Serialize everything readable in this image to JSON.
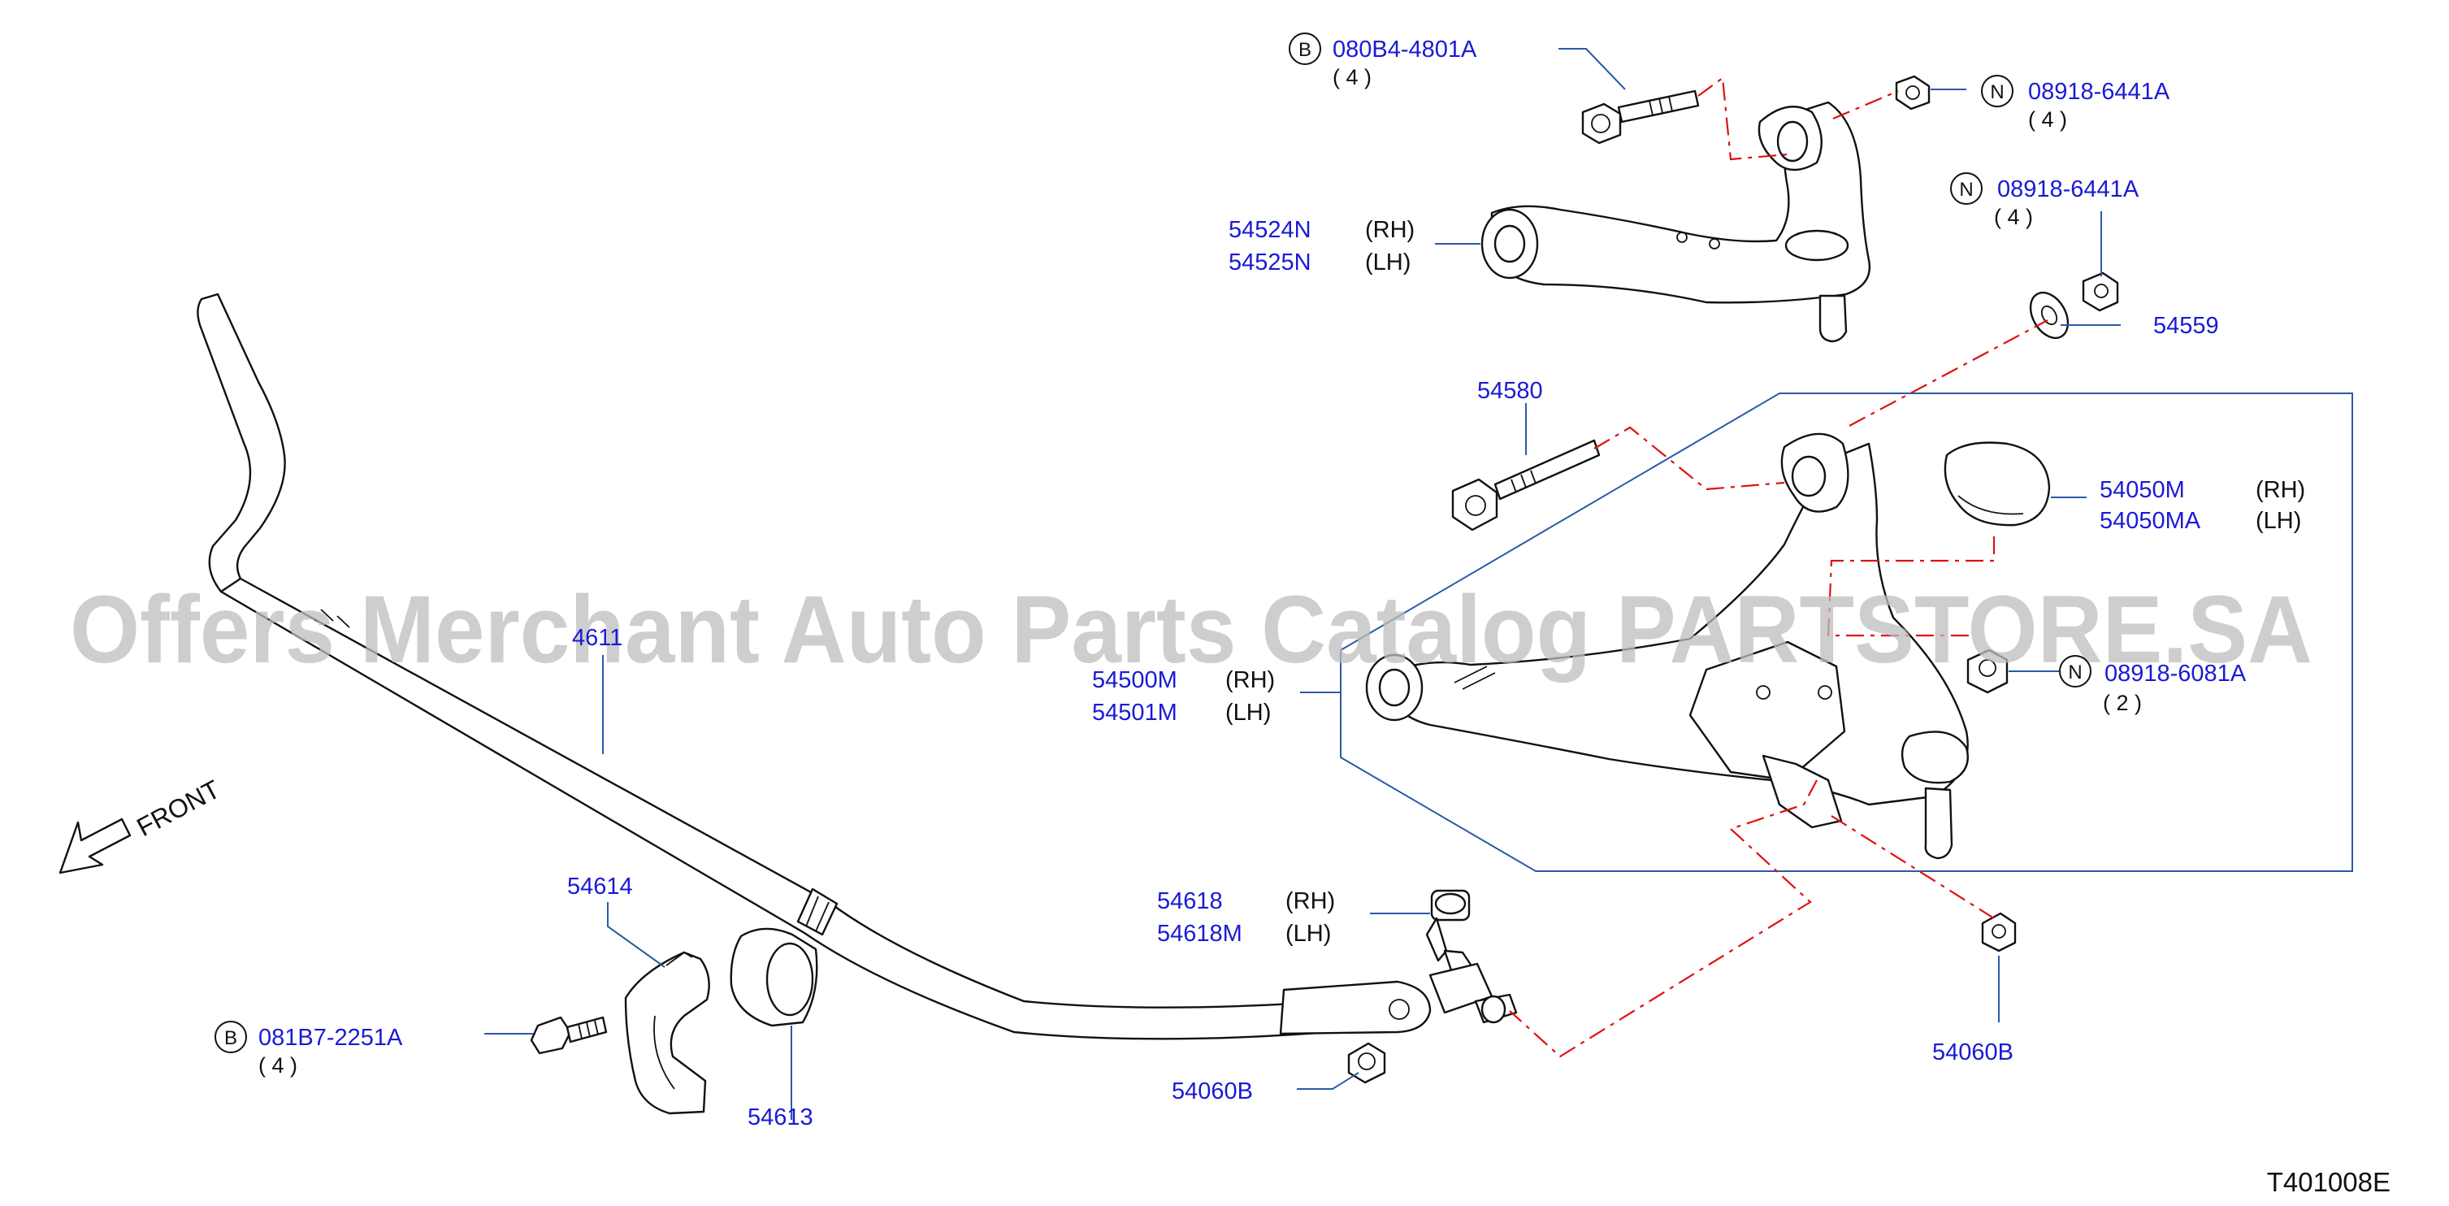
{
  "watermark": "Offers Merchant Auto Parts Catalog PARTSTORE.SA",
  "diagram_code": "T401008E",
  "front_label": "FRONT",
  "callouts": {
    "bolt_upper": {
      "prefix": "B",
      "part": "080B4-4801A",
      "qty": "( 4 )"
    },
    "nut_upper_1": {
      "prefix": "N",
      "part": "08918-6441A",
      "qty": "( 4 )"
    },
    "nut_upper_2": {
      "prefix": "N",
      "part": "08918-6441A",
      "qty": "( 4 )"
    },
    "upper_arm": {
      "rh_part": "54524N",
      "rh_side": "(RH)",
      "lh_part": "54525N",
      "lh_side": "(LH)"
    },
    "washer": {
      "part": "54559"
    },
    "cam_bolt": {
      "part": "54580"
    },
    "cover": {
      "rh_part": "54050M",
      "rh_side": "(RH)",
      "lh_part": "54050MA",
      "lh_side": "(LH)"
    },
    "lower_arm": {
      "rh_part": "54500M",
      "rh_side": "(RH)",
      "lh_part": "54501M",
      "lh_side": "(LH)"
    },
    "nut_lower": {
      "prefix": "N",
      "part": "08918-6081A",
      "qty": "( 2 )"
    },
    "stabilizer": {
      "part": "4611"
    },
    "bracket": {
      "part": "54614"
    },
    "bushing": {
      "part": "54613"
    },
    "bolt_bracket": {
      "prefix": "B",
      "part": "081B7-2251A",
      "qty": "( 4 )"
    },
    "link": {
      "rh_part": "54618",
      "rh_side": "(RH)",
      "lh_part": "54618M",
      "lh_side": "(LH)"
    },
    "nut_link_left": {
      "part": "54060B"
    },
    "nut_link_right": {
      "part": "54060B"
    }
  }
}
